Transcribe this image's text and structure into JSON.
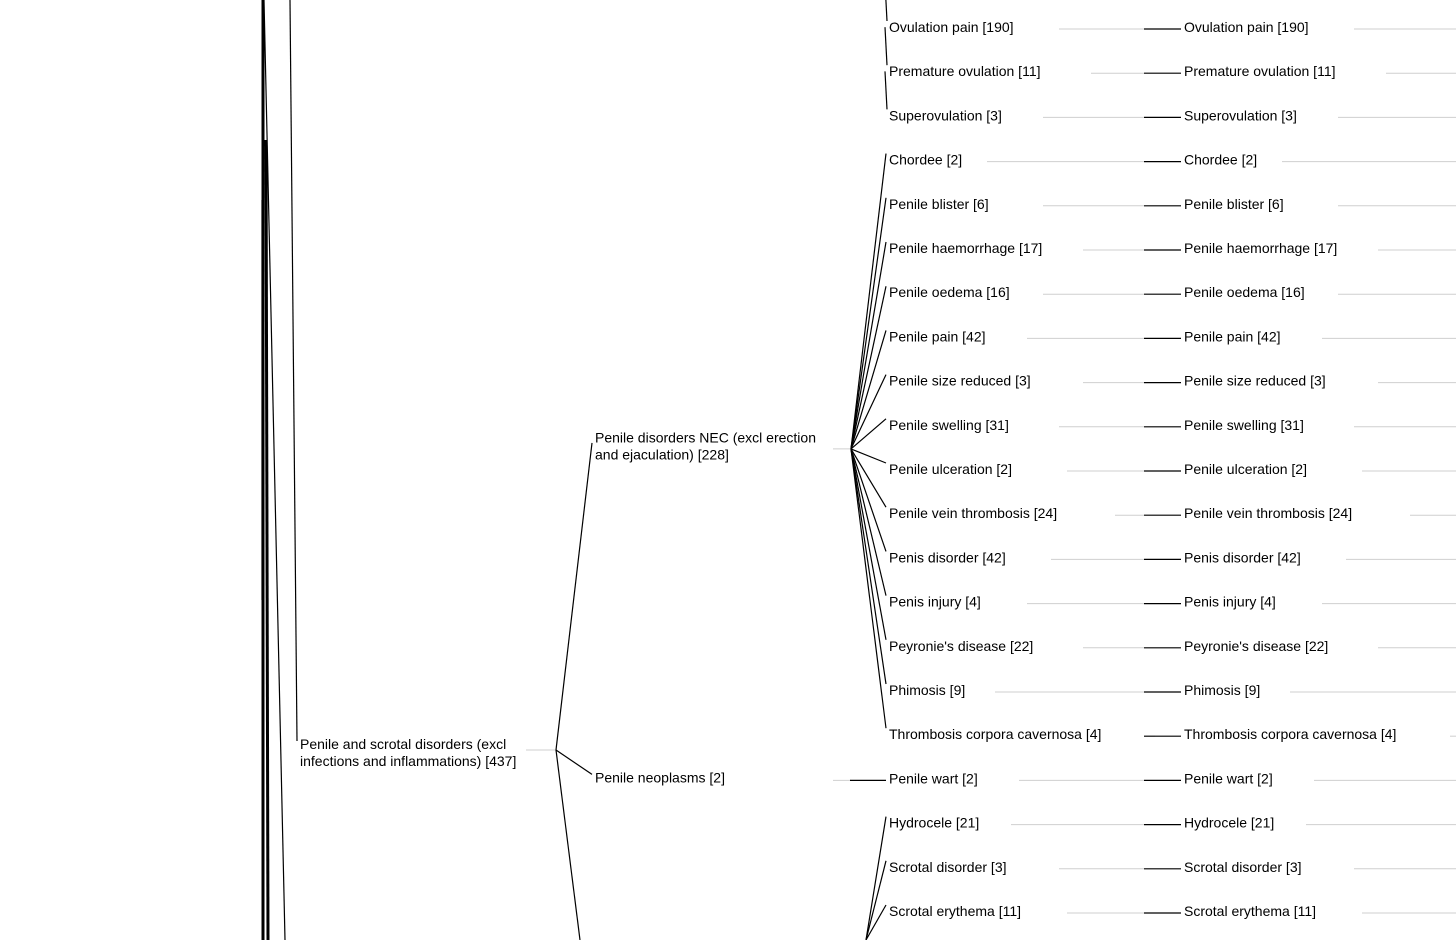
{
  "root_node": {
    "label_lines": [
      "Penile and scrotal disorders (excl",
      "infections and inflammations) [437]"
    ]
  },
  "groups": [
    {
      "label_lines": [
        "Penile disorders NEC (excl erection",
        "and ejaculation) [228]"
      ],
      "terms": [
        "Chordee [2]",
        "Penile blister [6]",
        "Penile haemorrhage [17]",
        "Penile oedema [16]",
        "Penile pain [42]",
        "Penile size reduced [3]",
        "Penile swelling [31]",
        "Penile ulceration [2]",
        "Penile vein thrombosis [24]",
        "Penis disorder [42]",
        "Penis injury [4]",
        "Peyronie's disease [22]",
        "Phimosis [9]",
        "Thrombosis corpora cavernosa [4]"
      ]
    },
    {
      "label_lines": [
        "Penile neoplasms [2]"
      ],
      "terms": [
        "Penile wart [2]"
      ]
    }
  ],
  "above_terms": [
    "Ovulation pain [190]",
    "Premature ovulation [11]",
    "Superovulation [3]"
  ],
  "below_terms": [
    "Hydrocele [21]",
    "Scrotal disorder [3]",
    "Scrotal erythema [11]"
  ]
}
